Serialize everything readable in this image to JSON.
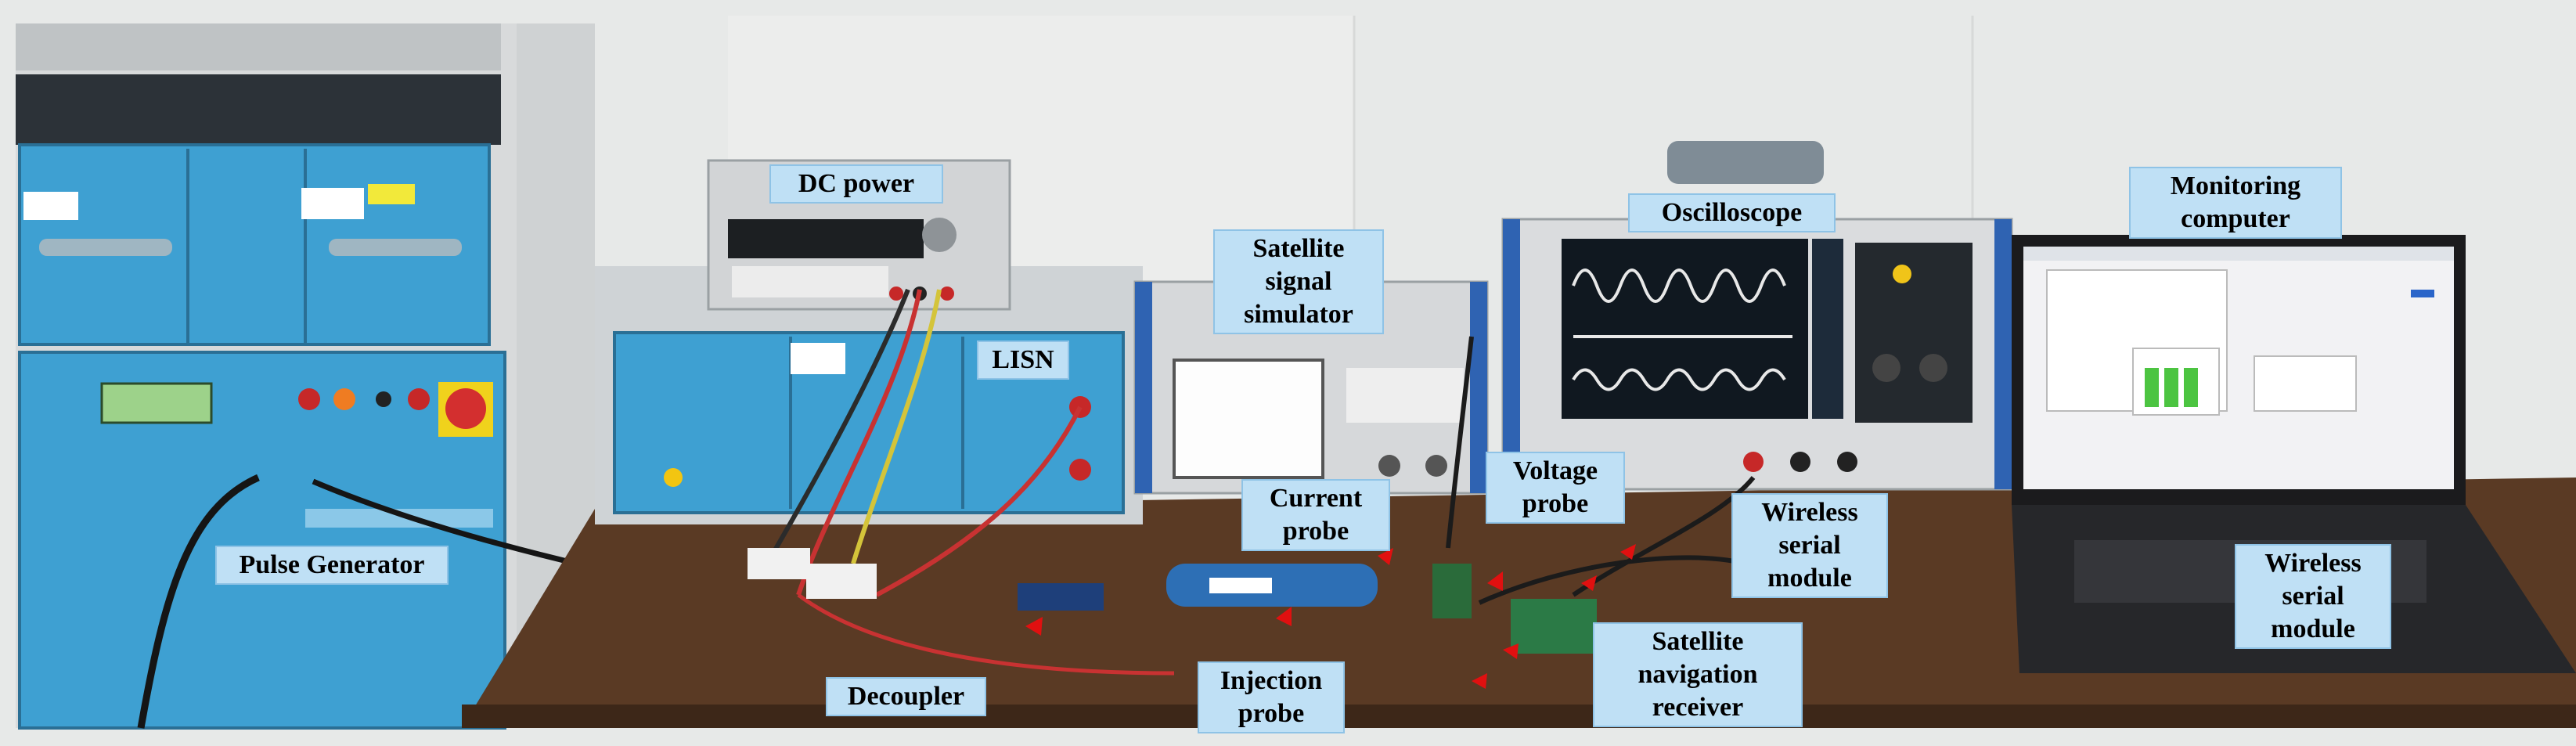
{
  "labels": {
    "dc_power": "DC power",
    "lisn": "LISN",
    "satellite_signal_simulator": [
      "Satellite",
      "signal",
      "simulator"
    ],
    "oscilloscope": "Oscilloscope",
    "monitoring_computer": [
      "Monitoring",
      "computer"
    ],
    "pulse_generator": "Pulse Generator",
    "current_probe": [
      "Current",
      "probe"
    ],
    "voltage_probe": [
      "Voltage",
      "probe"
    ],
    "wireless_serial_module_center": [
      "Wireless",
      "serial",
      "module"
    ],
    "wireless_serial_module_right": [
      "Wireless",
      "serial",
      "module"
    ],
    "decoupler": "Decoupler",
    "injection_probe": [
      "Injection",
      "probe"
    ],
    "satellite_navigation_receiver": [
      "Satellite",
      "navigation",
      "receiver"
    ]
  },
  "colors": {
    "callout_fill": "#bfe0f5",
    "callout_border": "#8fc3e6",
    "arrow": "#e01010",
    "rack_blue": "#3fa3d6",
    "table_brown": "#5a3a24",
    "wall": "#e9ebea"
  }
}
